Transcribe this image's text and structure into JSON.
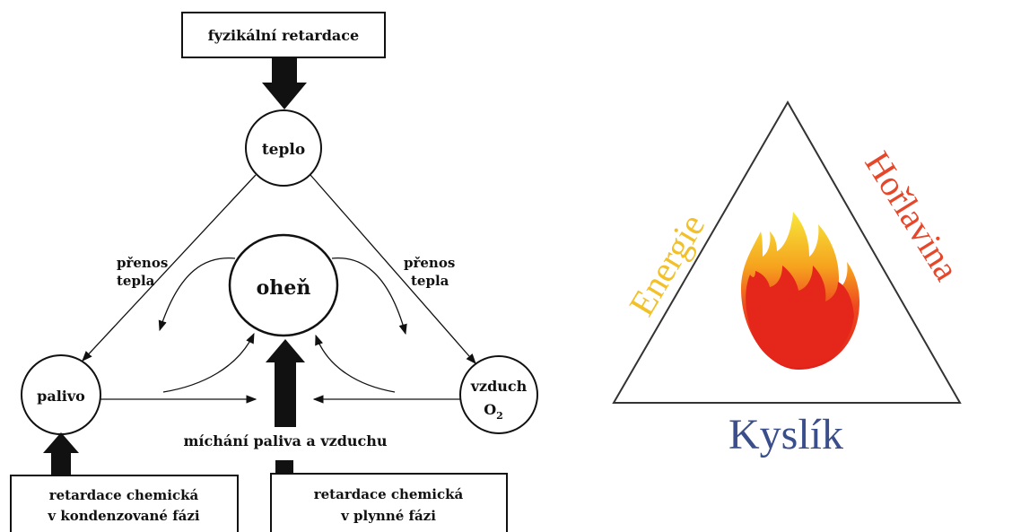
{
  "left_diagram": {
    "top_box": "fyzikální retardace",
    "nodes": {
      "heat": "teplo",
      "fire": "oheň",
      "fuel": "palivo",
      "air_line1": "vzduch",
      "air_line2": "O",
      "air_sub": "2"
    },
    "heat_transfer_left": [
      "přenos",
      "tepla"
    ],
    "heat_transfer_right": [
      "přenos",
      "tepla"
    ],
    "mixing_label": "míchání paliva a vzduchu",
    "bottom_left_box": [
      "retardace chemická",
      "v kondenzované fázi"
    ],
    "bottom_right_box": [
      "retardace chemická",
      "v plynné fázi"
    ]
  },
  "fire_triangle": {
    "left_side": "Energie",
    "right_side": "Hořlavina",
    "bottom_side": "Kyslík",
    "colors": {
      "energie": "#F2C028",
      "horlavina": "#E5472A",
      "kyslik": "#3A4E8C",
      "flame_outer": "#F7E03A",
      "flame_inner": "#E8261B"
    }
  }
}
